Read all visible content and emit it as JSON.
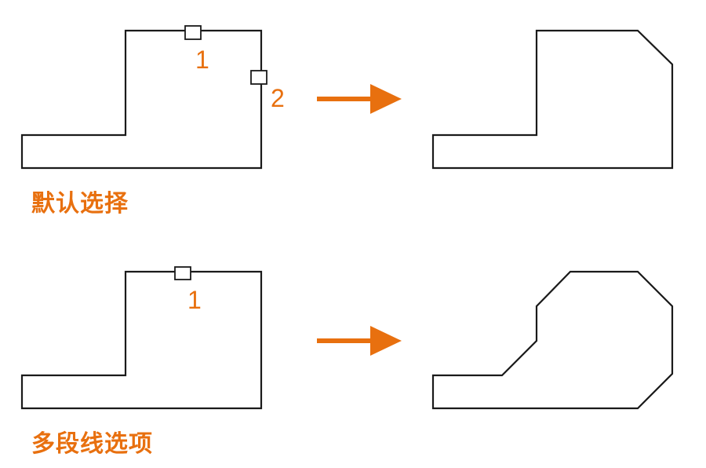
{
  "colors": {
    "accent": "#e8700f",
    "line": "#1a1a1a",
    "background": "#ffffff"
  },
  "captions": {
    "default_selection": "默认选择",
    "polyline_option": "多段线选项"
  },
  "pick_labels": {
    "top_first": "1",
    "top_second": "2",
    "bottom_first": "1"
  }
}
